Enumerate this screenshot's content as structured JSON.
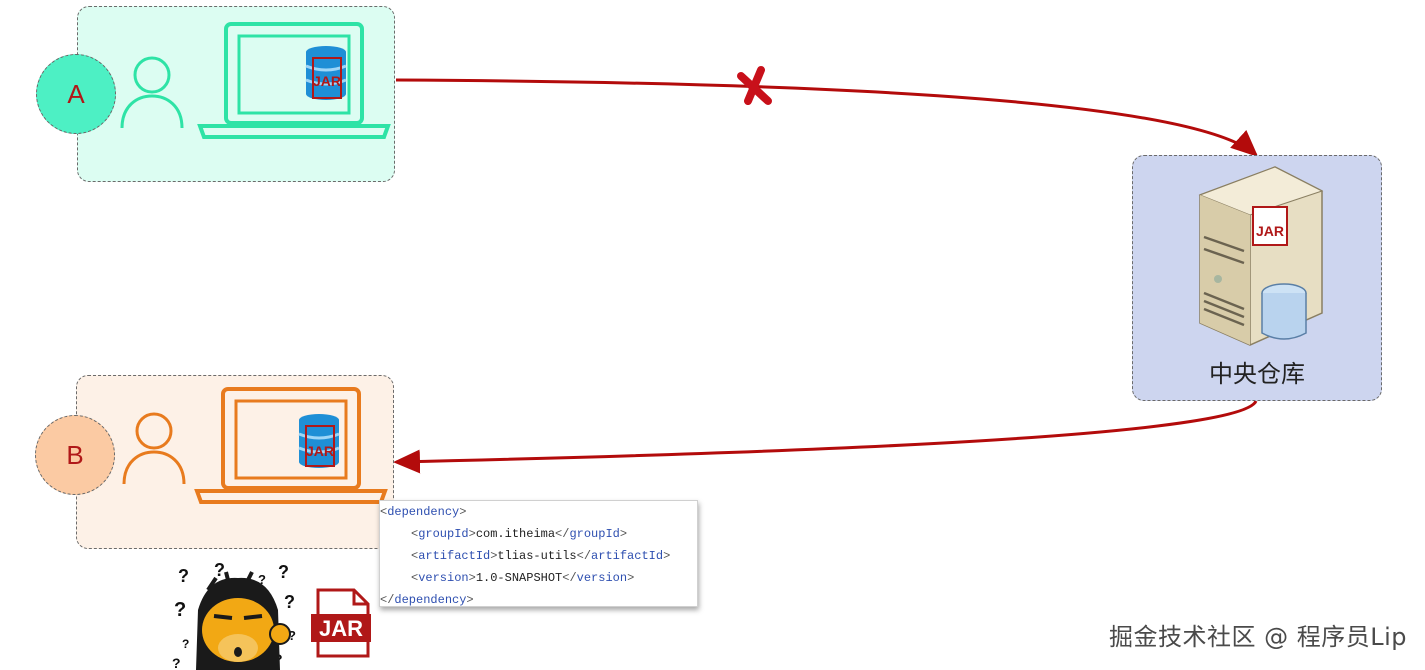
{
  "nodes": {
    "a_label": "A",
    "b_label": "B",
    "repo_label": "中央仓库",
    "jar_badge": "JAR"
  },
  "code": {
    "dependency_open": "dependency",
    "group_tag": "groupId",
    "group_value": "com.itheima",
    "artifact_tag": "artifactId",
    "artifact_value": "tlias-utils",
    "version_tag": "version",
    "version_value": "1.0-SNAPSHOT",
    "dependency_close": "dependency"
  },
  "watermark": "掘金技术社区 @ 程序员Lip",
  "colors": {
    "arrow": "#b30b0b",
    "panel_a_bg": "#dcfdf2",
    "panel_b_bg": "#fdf1e7",
    "repo_bg": "#cdd5ef",
    "laptop_a": "#2ee3a6",
    "laptop_b": "#e87b1e"
  }
}
